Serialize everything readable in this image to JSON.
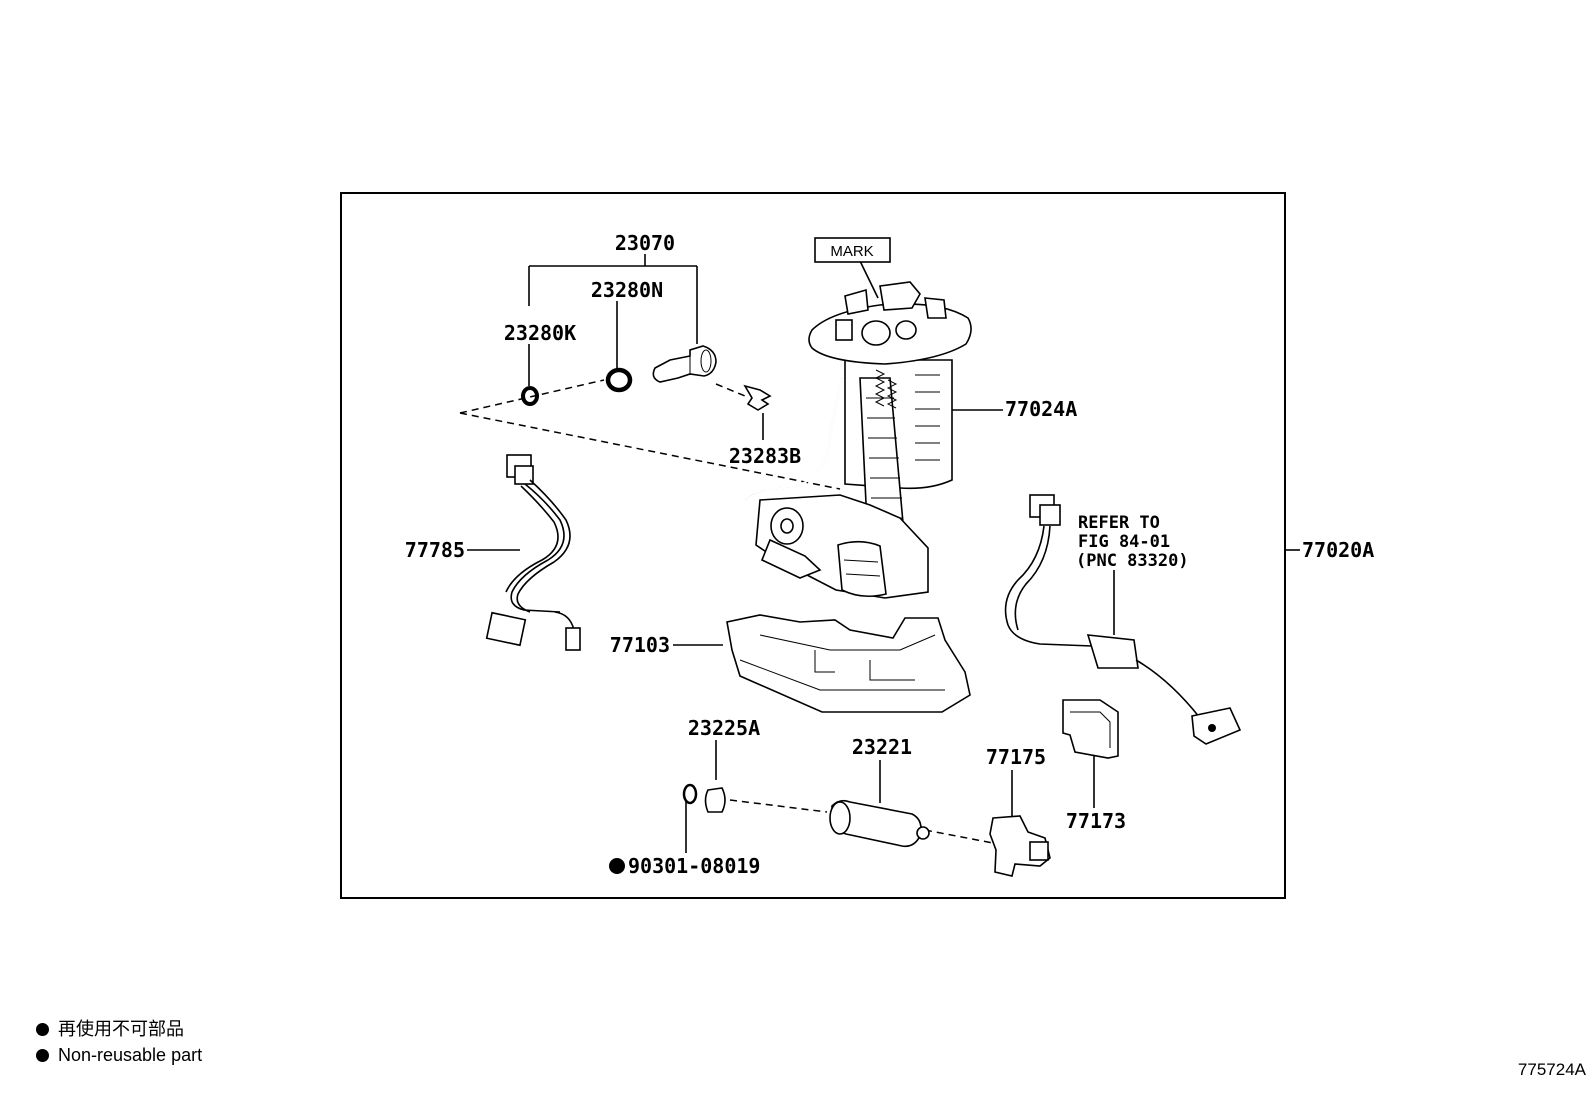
{
  "diagram": {
    "parts": {
      "p23070": "23070",
      "p23280N": "23280N",
      "p23280K": "23280K",
      "p23283B": "23283B",
      "p77024A": "77024A",
      "p77785": "77785",
      "p77020A": "77020A",
      "p77103": "77103",
      "p23225A": "23225A",
      "p23221": "23221",
      "p77175": "77175",
      "p77173": "77173",
      "p90301": "90301-08019"
    },
    "mark": "MARK",
    "refer": [
      "REFER TO",
      "FIG 84-01",
      "(PNC 83320)"
    ]
  },
  "legend": {
    "items": [
      {
        "text": "再使用不可部品"
      },
      {
        "text": "Non-reusable part"
      }
    ]
  },
  "drawing_number": "775724A"
}
